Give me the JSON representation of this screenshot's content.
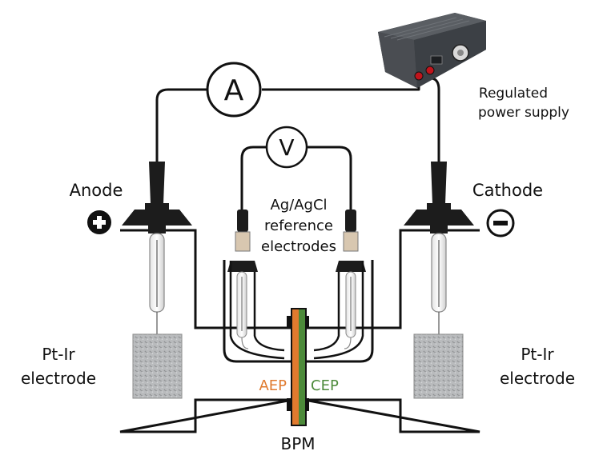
{
  "labels": {
    "ammeter": "A",
    "voltmeter": "V",
    "power_supply_line1": "Regulated",
    "power_supply_line2": "power supply",
    "anode": "Anode",
    "cathode": "Cathode",
    "reference_line1": "Ag/AgCl",
    "reference_line2": "reference",
    "reference_line3": "electrodes",
    "left_electrode_line1": "Pt-Ir",
    "left_electrode_line2": "electrode",
    "right_electrode_line1": "Pt-Ir",
    "right_electrode_line2": "electrode",
    "aep": "AEP",
    "cep": "CEP",
    "bpm": "BPM"
  },
  "colors": {
    "wire": "#111111",
    "aep": "#e07a2e",
    "cep": "#4c8a3a",
    "membrane_orange": "#e07a2e",
    "membrane_green": "#4c8a3a",
    "power_supply_body": "#4a4d52",
    "terminal_red": "#c0141c"
  },
  "icons": {
    "anode_sign": "plus-circle-icon",
    "cathode_sign": "minus-circle-icon"
  }
}
